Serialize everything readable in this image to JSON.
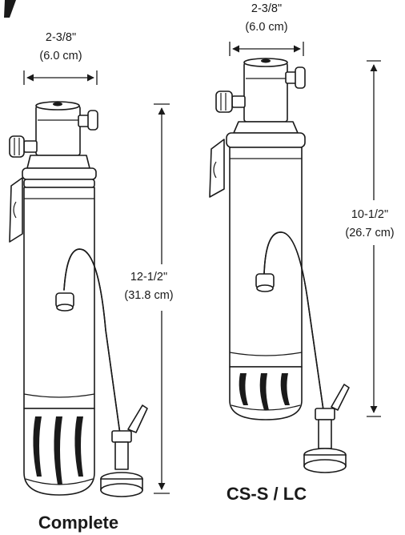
{
  "products": [
    {
      "label": "Complete",
      "width_dimension": {
        "inches": "2-3/8\"",
        "cm": "(6.0 cm)"
      },
      "height_dimension": {
        "inches": "12-1/2\"",
        "cm": "(31.8 cm)"
      }
    },
    {
      "label": "CS-S / LC",
      "width_dimension": {
        "inches": "2-3/8\"",
        "cm": "(6.0 cm)"
      },
      "height_dimension": {
        "inches": "10-1/2\"",
        "cm": "(26.7 cm)"
      }
    }
  ],
  "colors": {
    "ink": "#1a1a1a",
    "background": "#ffffff",
    "shade": "#dcdcdc"
  }
}
